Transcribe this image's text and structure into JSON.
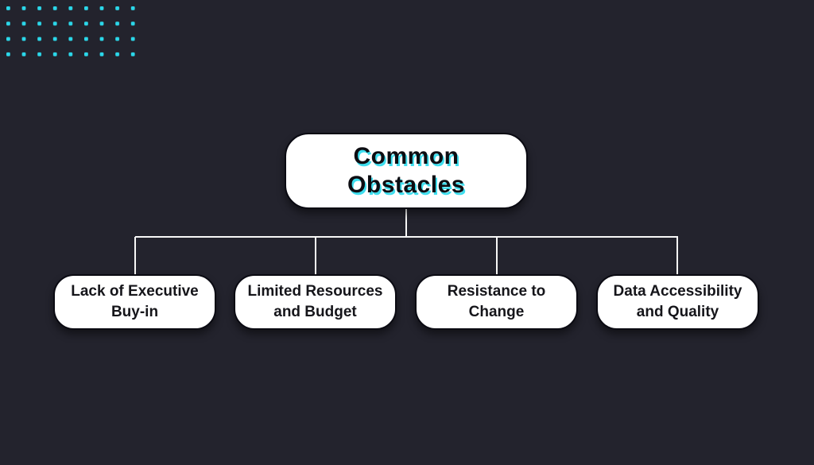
{
  "canvas": {
    "background_color": "#23232d"
  },
  "decor": {
    "dot_color": "#2bd7e9"
  },
  "diagram": {
    "type": "tree",
    "connector_color": "#f7f7f7",
    "node_fill": "#ffffff",
    "node_border_color": "#0a0a12",
    "root": {
      "label": "Common\nObstacles",
      "text_shadow_color": "#3edeee"
    },
    "children": [
      {
        "label": "Lack of Executive\nBuy-in"
      },
      {
        "label": "Limited Resources\nand Budget"
      },
      {
        "label": "Resistance to\nChange"
      },
      {
        "label": "Data Accessibility\nand Quality"
      }
    ]
  }
}
